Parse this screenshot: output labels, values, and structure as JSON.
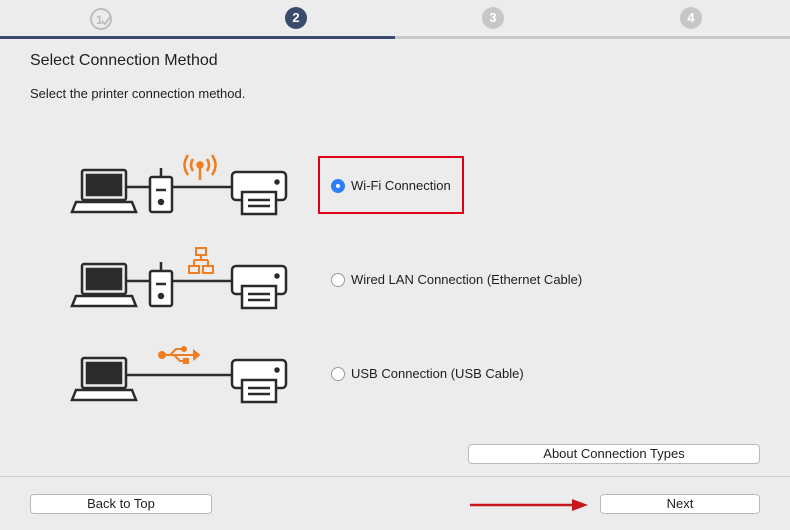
{
  "stepper": {
    "steps": [
      {
        "label": "1",
        "state": "done"
      },
      {
        "label": "2",
        "state": "active"
      },
      {
        "label": "3",
        "state": "pending"
      },
      {
        "label": "4",
        "state": "pending"
      }
    ],
    "progress_fraction": 0.5
  },
  "header": {
    "title": "Select Connection Method",
    "subtitle": "Select the printer connection method."
  },
  "options": [
    {
      "label": "Wi-Fi Connection",
      "selected": true,
      "icon": "wifi-signal-icon"
    },
    {
      "label": "Wired LAN Connection (Ethernet Cable)",
      "selected": false,
      "icon": "network-lan-icon"
    },
    {
      "label": "USB Connection (USB Cable)",
      "selected": false,
      "icon": "usb-icon"
    }
  ],
  "buttons": {
    "about": "About Connection Types",
    "back": "Back to Top",
    "next": "Next"
  },
  "colors": {
    "accent_orange": "#f07d1f",
    "highlight_red": "#e0001b",
    "radio_blue": "#2f7ff7",
    "step_active": "#3b4b6b"
  }
}
